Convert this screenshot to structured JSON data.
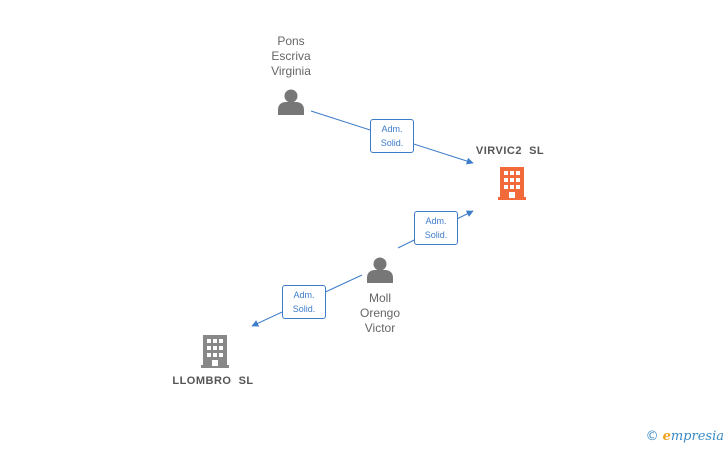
{
  "nodes": {
    "pons": {
      "lines": [
        "Pons",
        "Escriva",
        "Virginia"
      ]
    },
    "moll": {
      "lines": [
        "Moll",
        "Orengo",
        "Victor"
      ]
    },
    "virvic": {
      "label": "VIRVIC2  SL",
      "color": "#f26a3a"
    },
    "llombro": {
      "label": "LLOMBRO  SL",
      "color": "#888888"
    }
  },
  "edges": [
    {
      "from": "pons",
      "to": "virvic",
      "lines": [
        "Adm.",
        "Solid."
      ]
    },
    {
      "from": "moll",
      "to": "virvic",
      "lines": [
        "Adm.",
        "Solid."
      ]
    },
    {
      "from": "moll",
      "to": "llombro",
      "lines": [
        "Adm.",
        "Solid."
      ]
    }
  ],
  "colors": {
    "edge": "#3d7cc9",
    "person": "#777777"
  },
  "brand": {
    "copyright": "©",
    "e": "e",
    "rest": "mpresia"
  }
}
